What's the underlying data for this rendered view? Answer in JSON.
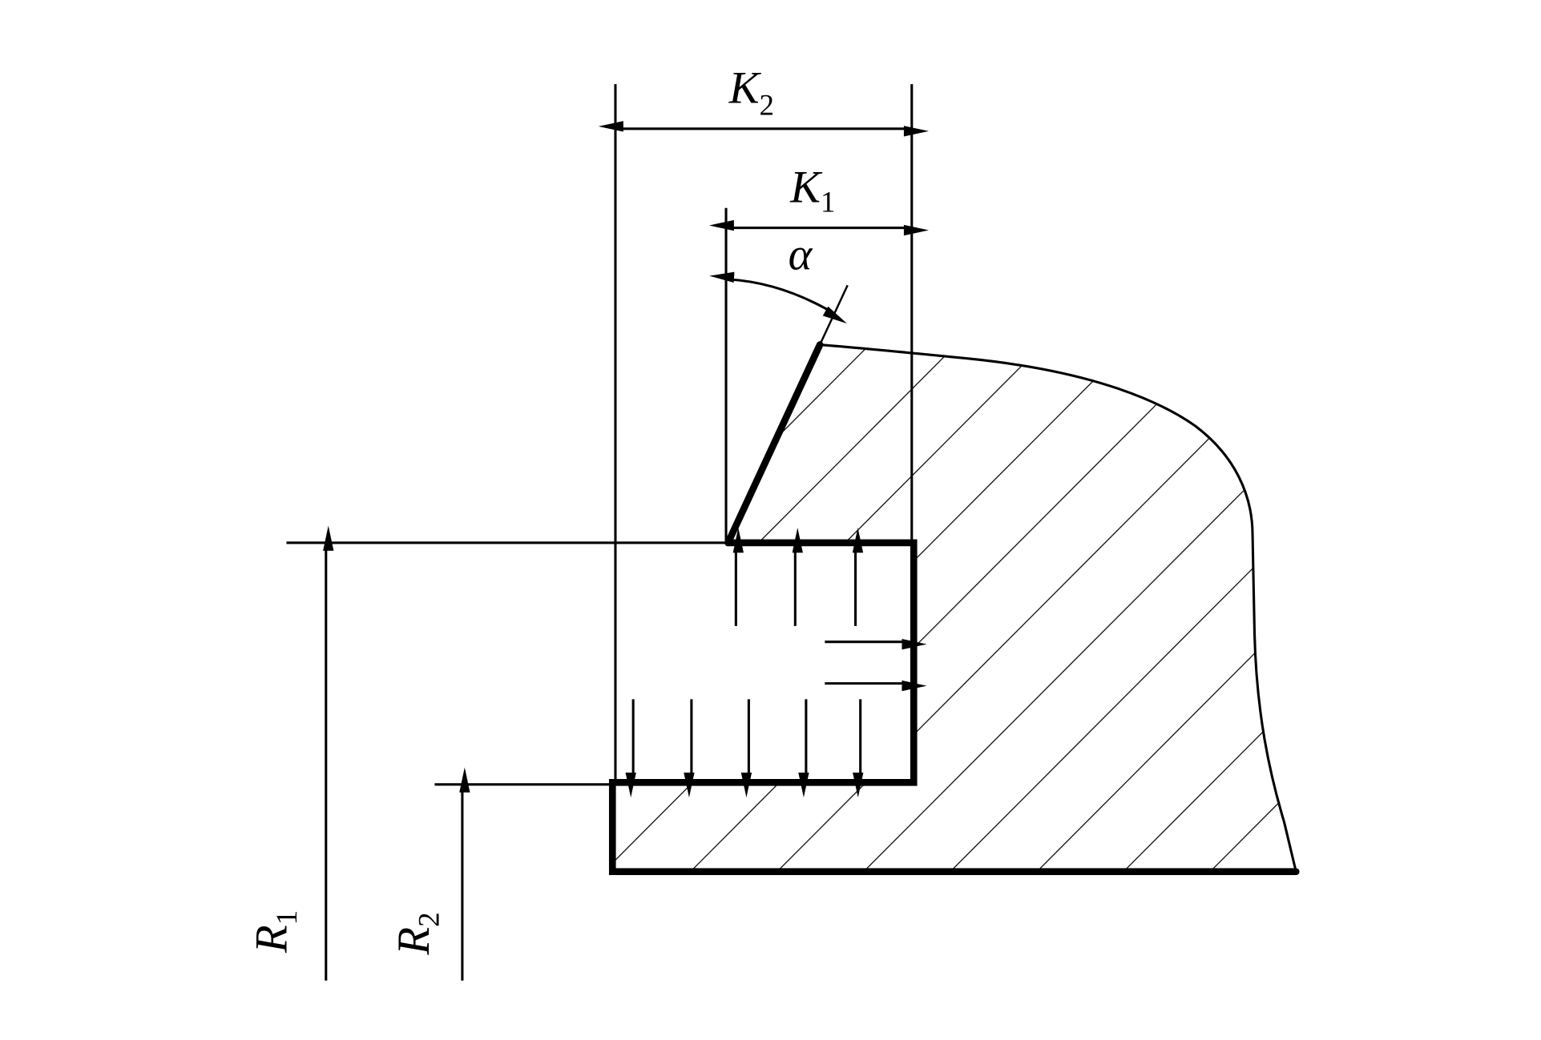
{
  "diagram": {
    "labels": {
      "k2": {
        "main": "K",
        "sub": "2"
      },
      "k1": {
        "main": "K",
        "sub": "1"
      },
      "alpha": "α",
      "r1": {
        "main": "R",
        "sub": "1"
      },
      "r2": {
        "main": "R",
        "sub": "2"
      }
    },
    "colors": {
      "ink": "#000000",
      "background": "#ffffff"
    }
  }
}
